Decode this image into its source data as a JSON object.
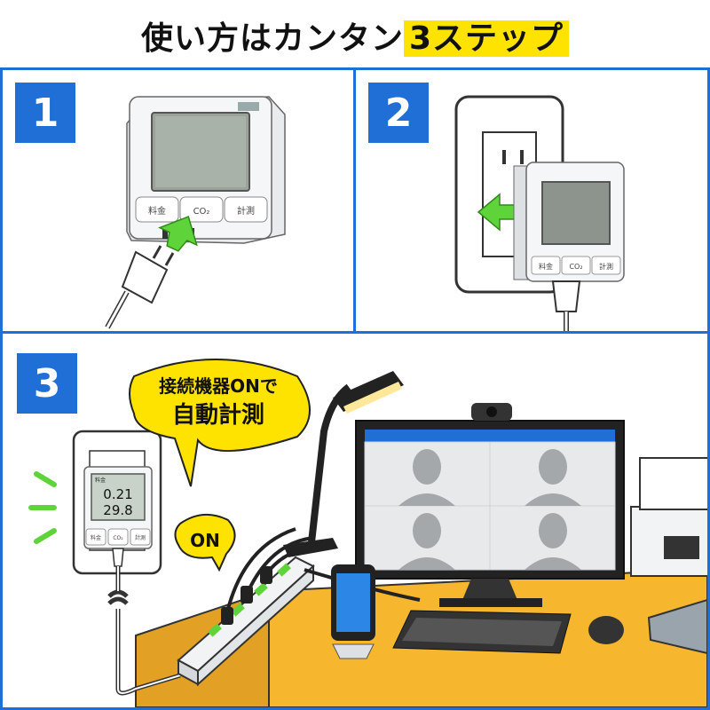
{
  "title": {
    "main": "使い方はカンタン",
    "highlight": "3ステップ"
  },
  "steps": [
    {
      "number": "1"
    },
    {
      "number": "2"
    },
    {
      "number": "3"
    }
  ],
  "device": {
    "button_left": "料金",
    "button_middle": "CO₂",
    "button_right": "計測"
  },
  "display": {
    "line1": "0.21",
    "line2": "29.8",
    "tag": "料金"
  },
  "bubbles": {
    "main_line1": "接続機器ONで",
    "main_line2": "自動計測",
    "small": "ON"
  },
  "colors": {
    "accent_blue": "#1f6fd6",
    "highlight_yellow": "#ffe300",
    "desk_orange": "#f6b62d",
    "arrow_green": "#5fd43a",
    "screen_gray": "#9aa29a"
  },
  "icons": [
    "arrow-up-icon",
    "arrow-left-icon",
    "sparkle-icon",
    "person-icon"
  ]
}
